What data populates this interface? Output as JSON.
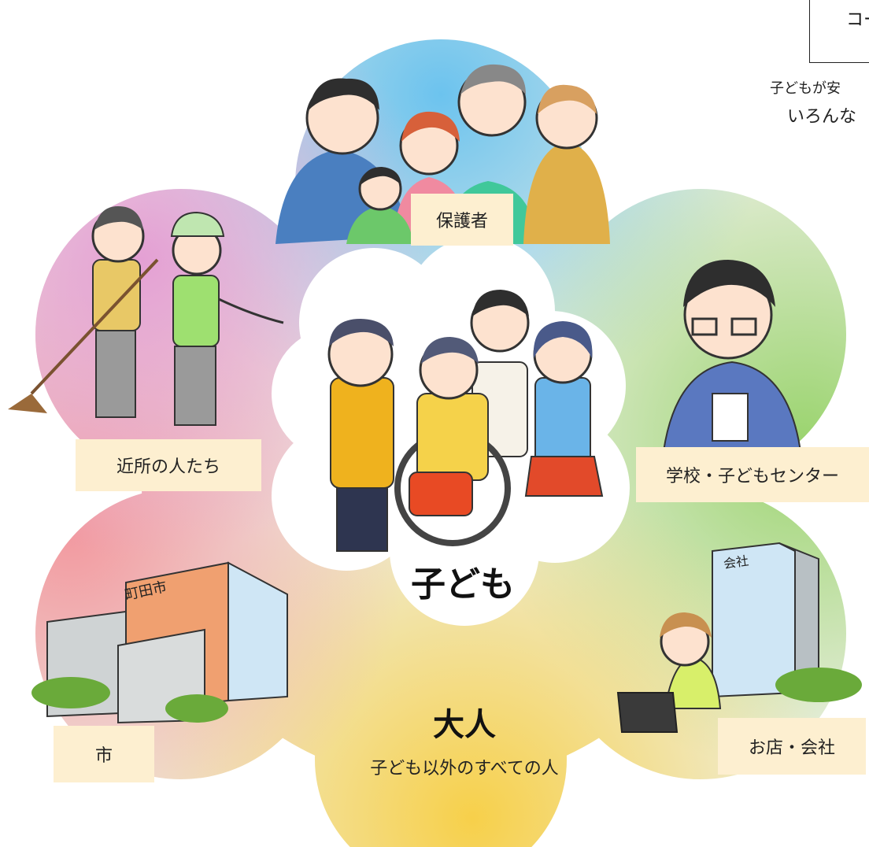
{
  "header": {
    "box_text": "コー",
    "caption_line1": "子どもが安",
    "caption_line2": "いろんな"
  },
  "center": {
    "label": "子ども"
  },
  "outer": {
    "title": "大人",
    "subtitle": "子ども以外のすべての人"
  },
  "groups": {
    "guardians": "保護者",
    "neighbors": "近所の人たち",
    "school": "学校・子どもセンター",
    "city": "市",
    "business": "お店・会社"
  },
  "illustration_text": {
    "city_building_sign": "町田市",
    "company_building_sign": "会社"
  },
  "colors": {
    "label_background": "#fdefd0",
    "petal_top": "#9fd3ef",
    "petal_right": "#b5de9a",
    "petal_bottom": "#f6dd76",
    "petal_left": "#f3a9c8",
    "petal_upper_left": "#e9b3d8"
  },
  "icons": [
    "guardians-family-illustration",
    "neighbors-illustration",
    "children-group-illustration",
    "teacher-illustration",
    "city-hall-illustration",
    "office-worker-illustration"
  ]
}
